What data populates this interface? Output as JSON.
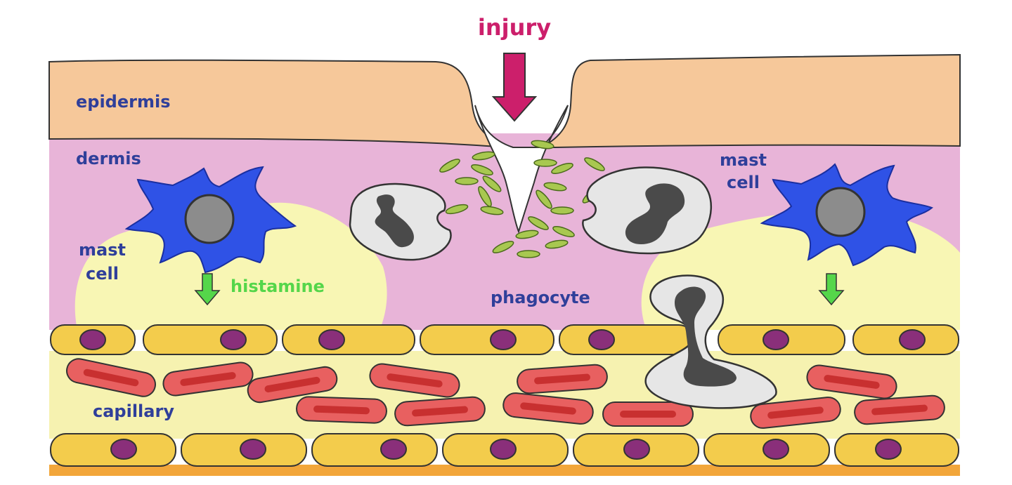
{
  "labels": {
    "injury": "injury",
    "epidermis": "epidermis",
    "dermis": "dermis",
    "mast_cell_left_line1": "mast",
    "mast_cell_left_line2": "cell",
    "mast_cell_right_line1": "mast",
    "mast_cell_right_line2": "cell",
    "histamine": "histamine",
    "phagocyte": "phagocyte",
    "capillary": "capillary"
  },
  "colors": {
    "label_blue": "#2f3f9a",
    "injury_magenta": "#cc1f6b",
    "histamine_green": "#55d64a",
    "epidermis": "#f6c89a",
    "dermis": "#e8b4d8",
    "histamine_zone": "#f8f6b4",
    "mast_cell": "#2f52e6",
    "nucleus_grey": "#8c8c8c",
    "phagocyte": "#e6e6e6",
    "phagocyte_nucleus": "#4a4a4a",
    "endothelium": "#f3cc4c",
    "endothelium_nucleus": "#8a2f7a",
    "red_blood_cell": "#e86060",
    "bacteria": "#a8c850",
    "plasma": "#f6f2b0",
    "capillary_floor": "#f2a63a"
  }
}
